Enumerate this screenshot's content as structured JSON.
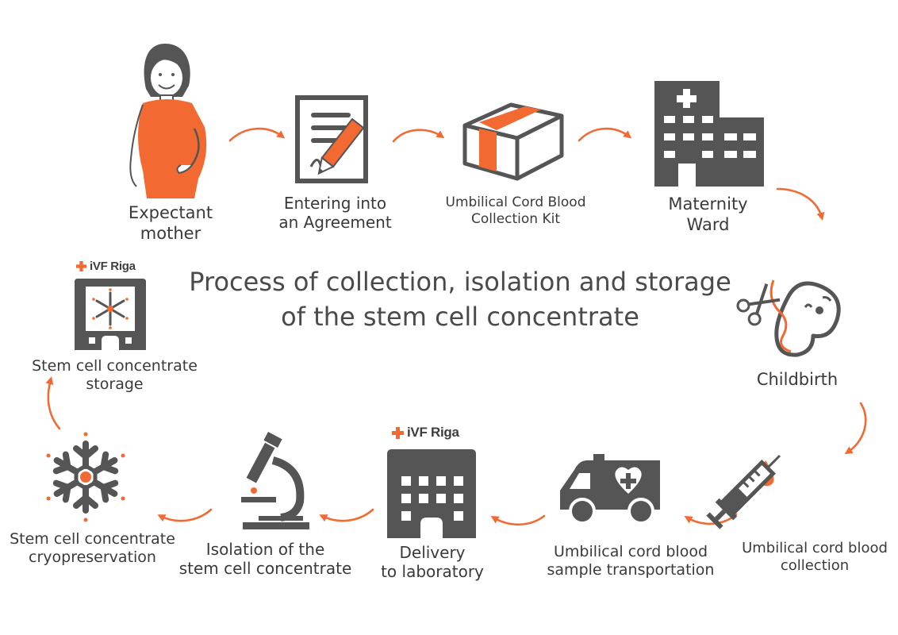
{
  "title": {
    "line1": "Process of collection, isolation and storage",
    "line2": "of the stem cell concentrate"
  },
  "logo_text": "iVF Riga",
  "colors": {
    "accent": "#f26a32",
    "icon_gray": "#555555",
    "text": "#3a3a3a"
  },
  "steps": [
    {
      "icon": "expectant-mother-icon",
      "line1": "Expectant",
      "line2": "mother"
    },
    {
      "icon": "agreement-document-icon",
      "line1": "Entering into",
      "line2": "an Agreement"
    },
    {
      "icon": "collection-kit-box-icon",
      "line1": "Umbilical Cord Blood",
      "line2": "Collection Kit"
    },
    {
      "icon": "hospital-building-icon",
      "line1": "Maternity",
      "line2": "Ward"
    },
    {
      "icon": "baby-umbilical-cord-icon",
      "line1": "Childbirth",
      "line2": ""
    },
    {
      "icon": "syringe-blood-drop-icon",
      "line1": "Umbilical cord blood",
      "line2": "collection"
    },
    {
      "icon": "ambulance-icon",
      "line1": "Umbilical cord blood",
      "line2": "sample transportation"
    },
    {
      "icon": "laboratory-building-icon",
      "line1": "Delivery",
      "line2": "to laboratory"
    },
    {
      "icon": "microscope-icon",
      "line1": "Isolation of the",
      "line2": "stem cell concentrate"
    },
    {
      "icon": "snowflake-icon",
      "line1": "Stem cell concentrate",
      "line2": "cryopreservation"
    },
    {
      "icon": "cryo-storage-tank-icon",
      "line1": "Stem cell concentrate",
      "line2": "storage"
    }
  ]
}
